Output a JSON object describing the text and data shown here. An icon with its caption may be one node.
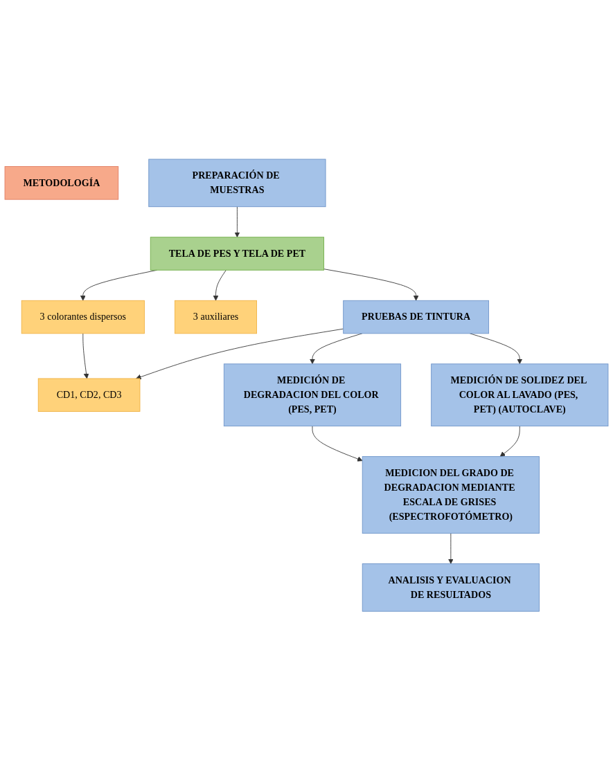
{
  "diagram": {
    "nodes": [
      {
        "text": [
          "METODOLOGÍA"
        ]
      },
      {
        "text": [
          "PREPARACIÓN DE MUESTRAS"
        ]
      },
      {
        "text": [
          "TELA DE PES Y TELA DE PET"
        ]
      },
      {
        "text": [
          "3 colorantes dispersos"
        ]
      },
      {
        "text": [
          "3 auxiliares"
        ]
      },
      {
        "text": [
          "CD1, CD2, CD3"
        ]
      },
      {
        "text": [
          "PRUEBAS DE TINTURA"
        ]
      },
      {
        "text": [
          "MEDICIÓN DE DEGRADACION DEL COLOR (PES, PET)"
        ]
      },
      {
        "text": [
          "MEDICIÓN DE SOLIDEZ DEL COLOR AL LAVADO (PES, PET) (AUTOCLAVE)"
        ]
      },
      {
        "text": [
          "MEDICION DEL GRADO DE DEGRADACION MEDIANTE ESCALA DE GRISES (ESPECTROFOTÓMETRO)"
        ]
      },
      {
        "text": [
          "ANALISIS Y EVALUACION DE RESULTADOS"
        ]
      }
    ],
    "edges": [
      {
        "from": 1,
        "to": 2,
        "arrow": "to"
      },
      {
        "from": 2,
        "to": 3,
        "arrow": "to"
      },
      {
        "from": 2,
        "to": 4,
        "arrow": "to"
      },
      {
        "from": 3,
        "to": 5,
        "arrow": "to"
      },
      {
        "from": 2,
        "to": 6,
        "arrow": "to"
      },
      {
        "from": 6,
        "to": 5,
        "arrow": "to"
      },
      {
        "from": 6,
        "to": 7,
        "arrow": "to"
      },
      {
        "from": 6,
        "to": 8,
        "arrow": "to"
      },
      {
        "from": 7,
        "to": 9,
        "arrow": "to"
      },
      {
        "from": 8,
        "to": 9,
        "arrow": "to"
      },
      {
        "from": 9,
        "to": 10,
        "arrow": "to"
      }
    ]
  }
}
